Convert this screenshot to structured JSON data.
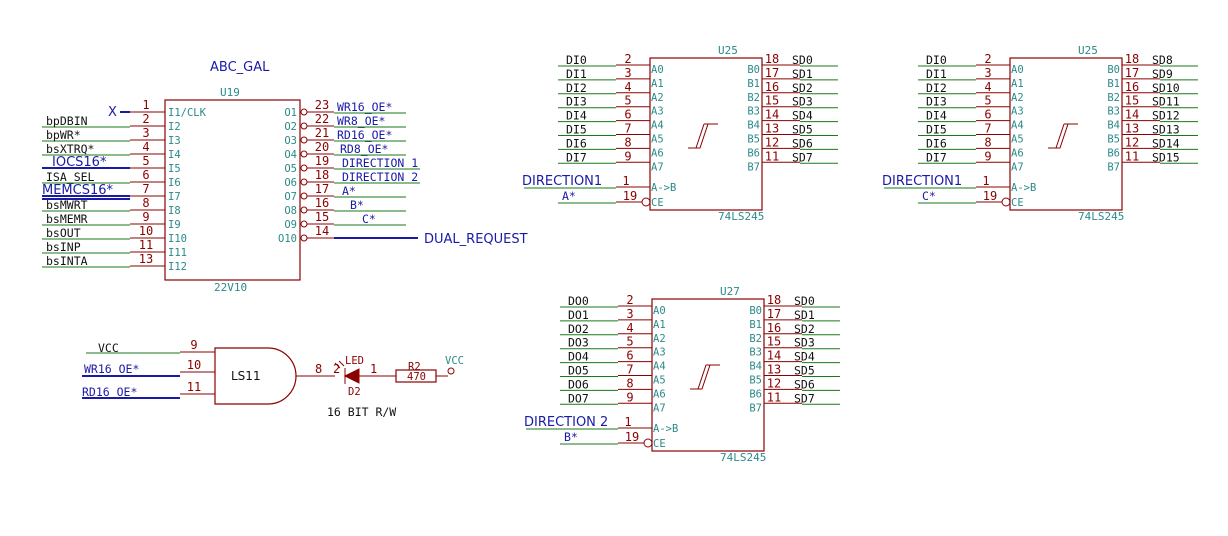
{
  "gal": {
    "title": "ABC_GAL",
    "ref": "U19",
    "part": "22V10",
    "left_pins": [
      {
        "pin": "1",
        "label": "I1/CLK",
        "net": "X"
      },
      {
        "pin": "2",
        "label": "I2",
        "net": "bpDBIN"
      },
      {
        "pin": "3",
        "label": "I3",
        "net": "bpWR*"
      },
      {
        "pin": "4",
        "label": "I4",
        "net": "bsXTRQ*"
      },
      {
        "pin": "5",
        "label": "I5",
        "net": "IOCS16*"
      },
      {
        "pin": "6",
        "label": "I6",
        "net": "ISA_SEL"
      },
      {
        "pin": "7",
        "label": "I7",
        "net": "MEMCS16*"
      },
      {
        "pin": "8",
        "label": "I8",
        "net": "bsMWRT"
      },
      {
        "pin": "9",
        "label": "I9",
        "net": "bsMEMR"
      },
      {
        "pin": "10",
        "label": "I10",
        "net": "bsOUT"
      },
      {
        "pin": "11",
        "label": "I11",
        "net": "bsINP"
      },
      {
        "pin": "13",
        "label": "I12",
        "net": "bsINTA"
      }
    ],
    "right_pins": [
      {
        "pin": "23",
        "label": "O1",
        "net": "WR16_OE*"
      },
      {
        "pin": "22",
        "label": "O2",
        "net": "WR8_OE*"
      },
      {
        "pin": "21",
        "label": "O3",
        "net": "RD16_OE*"
      },
      {
        "pin": "20",
        "label": "O4",
        "net": "RD8_OE*"
      },
      {
        "pin": "19",
        "label": "O5",
        "net": "DIRECTION 1"
      },
      {
        "pin": "18",
        "label": "O6",
        "net": "DIRECTION 2"
      },
      {
        "pin": "17",
        "label": "O7",
        "net": "A*"
      },
      {
        "pin": "16",
        "label": "O8",
        "net": "B*"
      },
      {
        "pin": "15",
        "label": "O9",
        "net": "C*"
      },
      {
        "pin": "14",
        "label": "O10",
        "net": "DUAL_REQUEST"
      }
    ]
  },
  "and_gate": {
    "label": "LS11",
    "inputs": [
      {
        "pin": "9",
        "net": "VCC"
      },
      {
        "pin": "10",
        "net": "WR16_OE*"
      },
      {
        "pin": "11",
        "net": "RD16_OE*"
      }
    ],
    "output_pin": "8",
    "led_label": "LED",
    "led_ref": "D2",
    "led_pin_a": "2",
    "led_pin_k": "1",
    "res_ref": "R2",
    "res_value": "470",
    "vcc_label": "VCC",
    "caption": "16 BIT R/W"
  },
  "buffers": [
    {
      "ref": "U25",
      "part": "74LS245",
      "a_nets": [
        "DI0",
        "DI1",
        "DI2",
        "DI3",
        "DI4",
        "DI5",
        "DI6",
        "DI7"
      ],
      "a_pins": [
        "2",
        "3",
        "4",
        "5",
        "6",
        "7",
        "8",
        "9"
      ],
      "a_labels": [
        "A0",
        "A1",
        "A2",
        "A3",
        "A4",
        "A5",
        "A6",
        "A7"
      ],
      "b_nets": [
        "SD0",
        "SD1",
        "SD2",
        "SD3",
        "SD4",
        "SD5",
        "SD6",
        "SD7"
      ],
      "b_pins": [
        "18",
        "17",
        "16",
        "15",
        "14",
        "13",
        "12",
        "11"
      ],
      "b_labels": [
        "B0",
        "B1",
        "B2",
        "B3",
        "B4",
        "B5",
        "B6",
        "B7"
      ],
      "dir_net": "DIRECTION1",
      "dir_pin": "1",
      "dir_label": "A->B",
      "ce_net": "A*",
      "ce_pin": "19",
      "ce_label": "CE"
    },
    {
      "ref": "U25",
      "part": "74LS245",
      "a_nets": [
        "DI0",
        "DI1",
        "DI2",
        "DI3",
        "DI4",
        "DI5",
        "DI6",
        "DI7"
      ],
      "a_pins": [
        "2",
        "3",
        "4",
        "5",
        "6",
        "7",
        "8",
        "9"
      ],
      "a_labels": [
        "A0",
        "A1",
        "A2",
        "A3",
        "A4",
        "A5",
        "A6",
        "A7"
      ],
      "b_nets": [
        "SD8",
        "SD9",
        "SD10",
        "SD11",
        "SD12",
        "SD13",
        "SD14",
        "SD15"
      ],
      "b_pins": [
        "18",
        "17",
        "16",
        "15",
        "14",
        "13",
        "12",
        "11"
      ],
      "b_labels": [
        "B0",
        "B1",
        "B2",
        "B3",
        "B4",
        "B5",
        "B6",
        "B7"
      ],
      "dir_net": "DIRECTION1",
      "dir_pin": "1",
      "dir_label": "A->B",
      "ce_net": "C*",
      "ce_pin": "19",
      "ce_label": "CE"
    },
    {
      "ref": "U27",
      "part": "74LS245",
      "a_nets": [
        "DO0",
        "DO1",
        "DO2",
        "DO3",
        "DO4",
        "DO5",
        "DO6",
        "DO7"
      ],
      "a_pins": [
        "2",
        "3",
        "4",
        "5",
        "6",
        "7",
        "8",
        "9"
      ],
      "a_labels": [
        "A0",
        "A1",
        "A2",
        "A3",
        "A4",
        "A5",
        "A6",
        "A7"
      ],
      "b_nets": [
        "SD0",
        "SD1",
        "SD2",
        "SD3",
        "SD4",
        "SD5",
        "SD6",
        "SD7"
      ],
      "b_pins": [
        "18",
        "17",
        "16",
        "15",
        "14",
        "13",
        "12",
        "11"
      ],
      "b_labels": [
        "B0",
        "B1",
        "B2",
        "B3",
        "B4",
        "B5",
        "B6",
        "B7"
      ],
      "dir_net": "DIRECTION 2",
      "dir_pin": "1",
      "dir_label": "A->B",
      "ce_net": "B*",
      "ce_pin": "19",
      "ce_label": "CE"
    }
  ]
}
